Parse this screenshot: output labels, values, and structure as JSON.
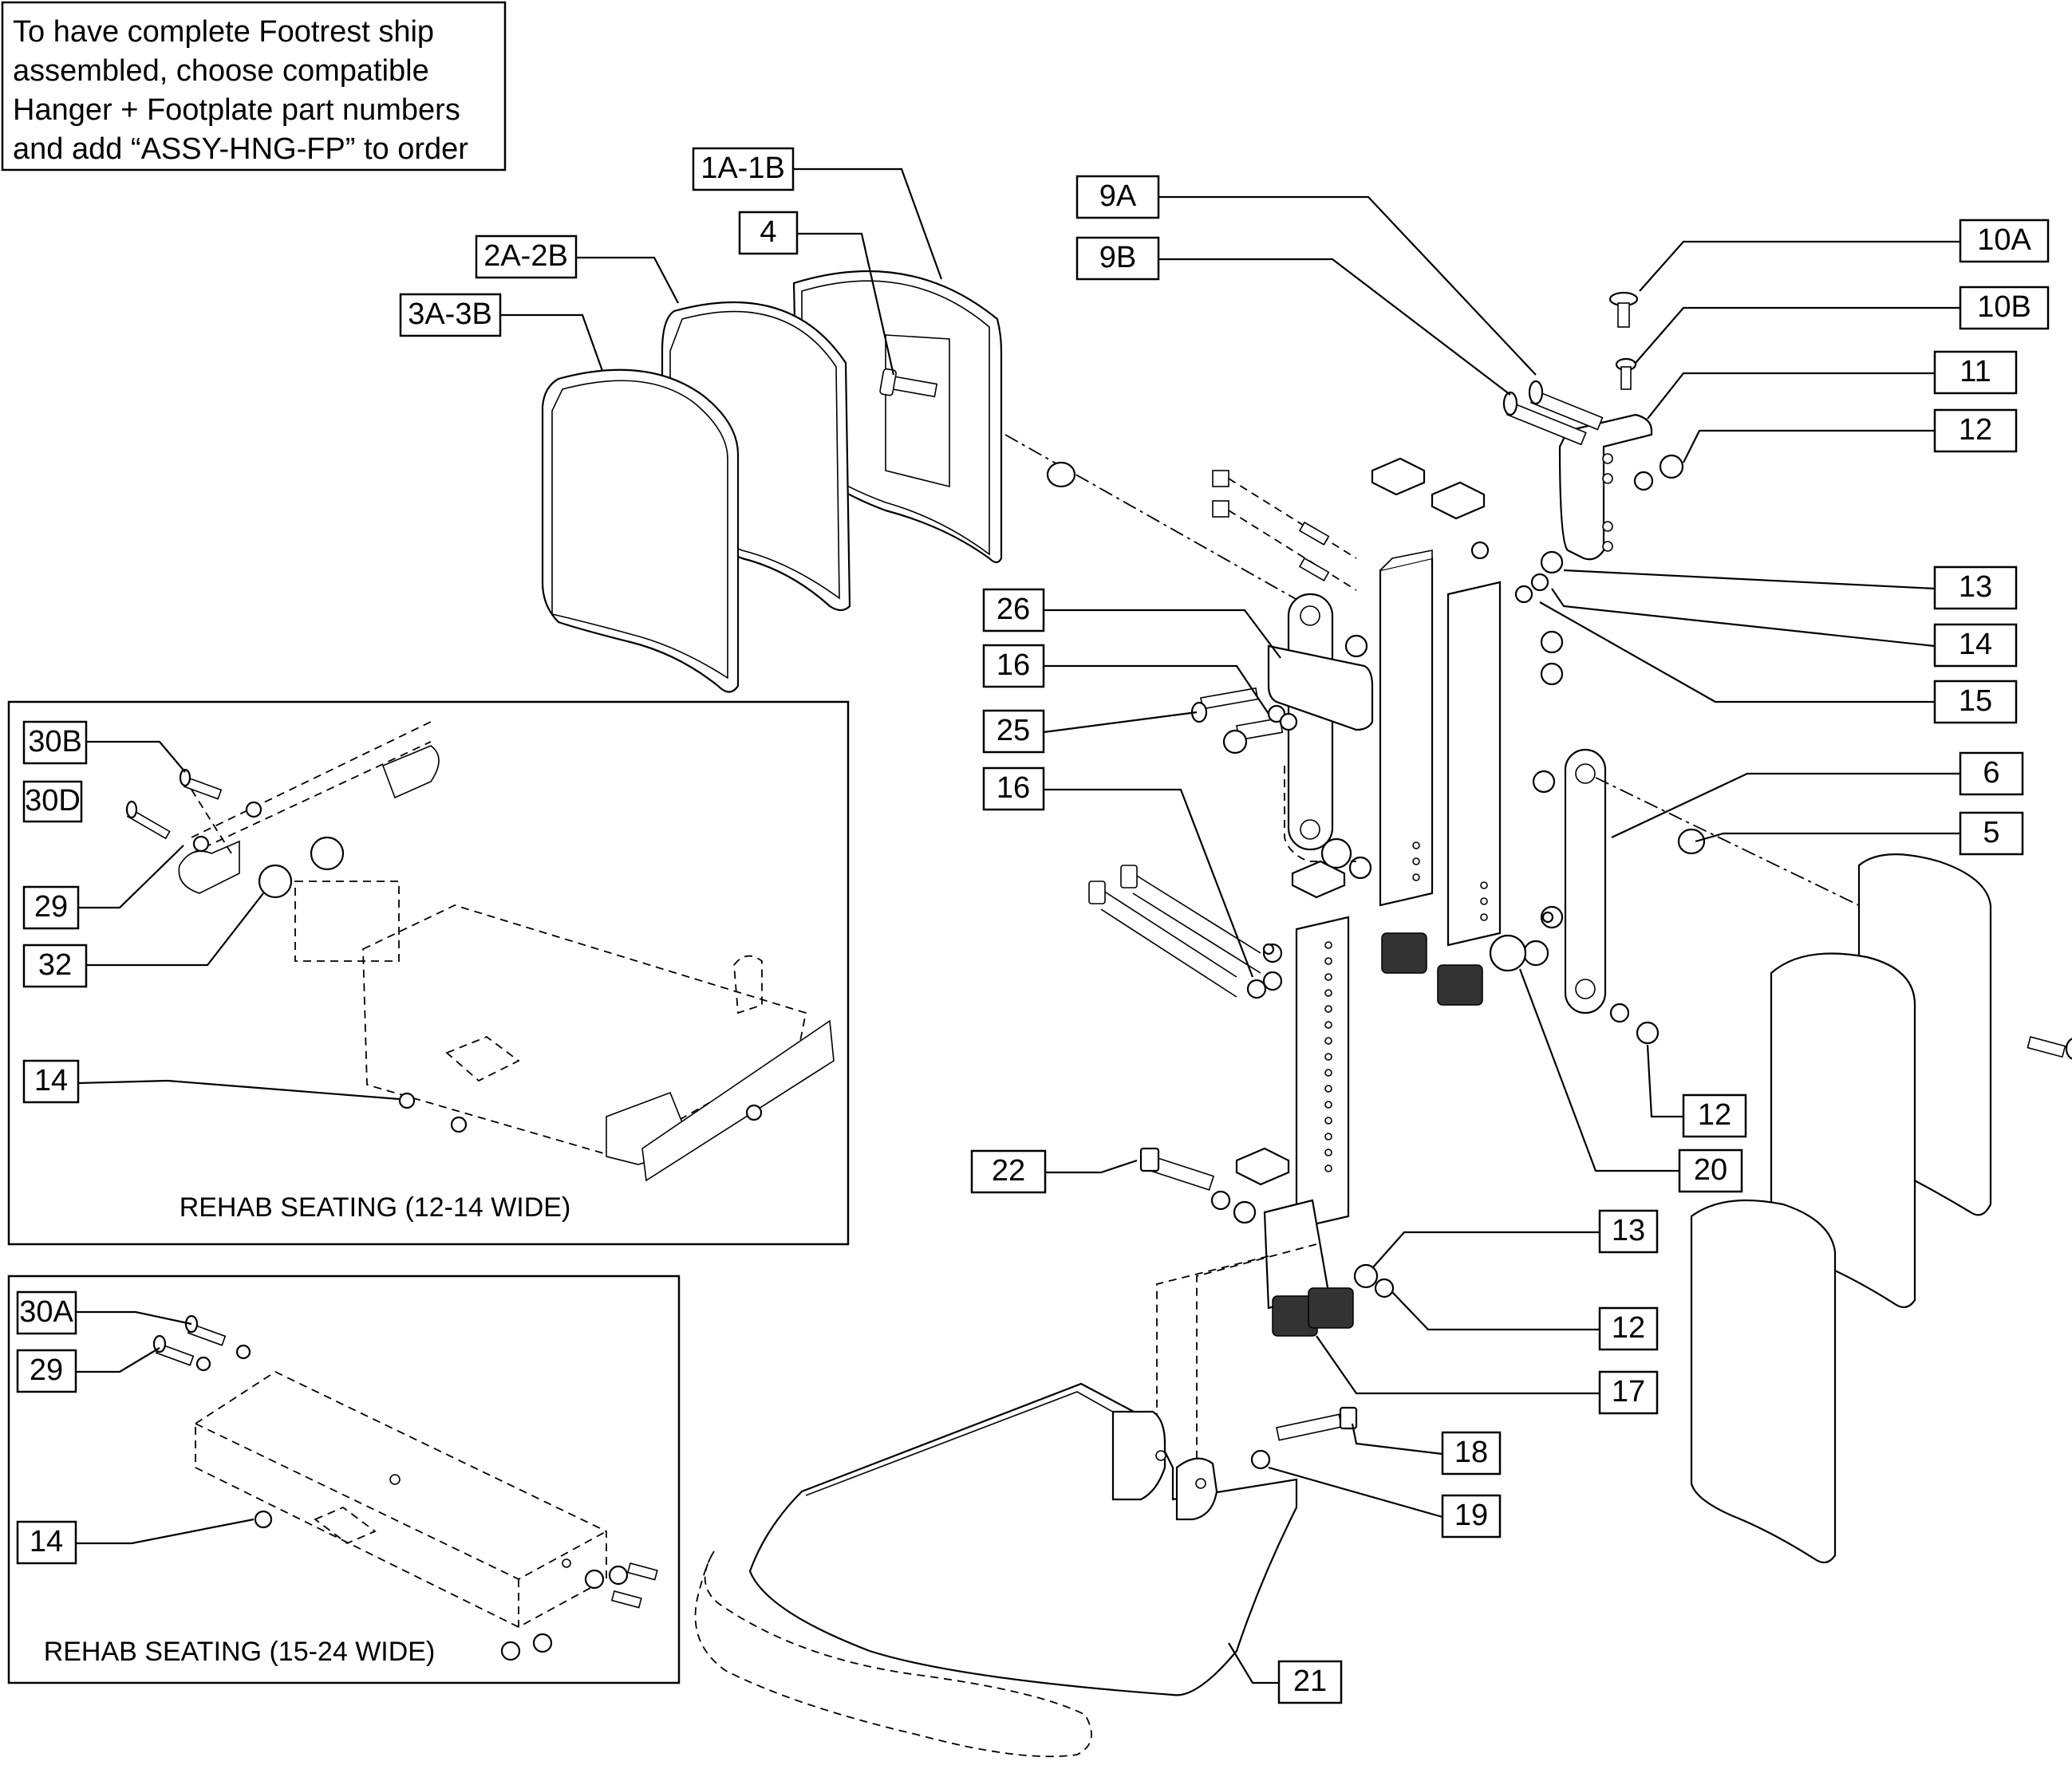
{
  "note": {
    "lines": [
      "To have complete Footrest ship",
      "assembled, choose compatible",
      "Hanger + Footplate part numbers",
      "and add “ASSY-HNG-FP” to order"
    ]
  },
  "insets": {
    "rehab_12_14": {
      "title": "REHAB SEATING (12-14 WIDE)"
    },
    "rehab_15_24": {
      "title": "REHAB SEATING (15-24 WIDE)"
    }
  },
  "callouts": {
    "c_1A_1B": "1A-1B",
    "c_2A_2B": "2A-2B",
    "c_3A_3B": "3A-3B",
    "c_4": "4",
    "c_9A": "9A",
    "c_9B": "9B",
    "c_10A": "10A",
    "c_10B": "10B",
    "c_11": "11",
    "c_12a": "12",
    "c_13a": "13",
    "c_14a": "14",
    "c_15": "15",
    "c_26": "26",
    "c_16a": "16",
    "c_25": "25",
    "c_16b": "16",
    "c_6": "6",
    "c_5": "5",
    "c_12b": "12",
    "c_20": "20",
    "c_22": "22",
    "c_13b": "13",
    "c_12c": "12",
    "c_17": "17",
    "c_18": "18",
    "c_19": "19",
    "c_21": "21",
    "c_30B": "30B",
    "c_30D": "30D",
    "c_29a": "29",
    "c_32": "32",
    "c_14b": "14",
    "c_30A": "30A",
    "c_29b": "29",
    "c_14c": "14"
  }
}
